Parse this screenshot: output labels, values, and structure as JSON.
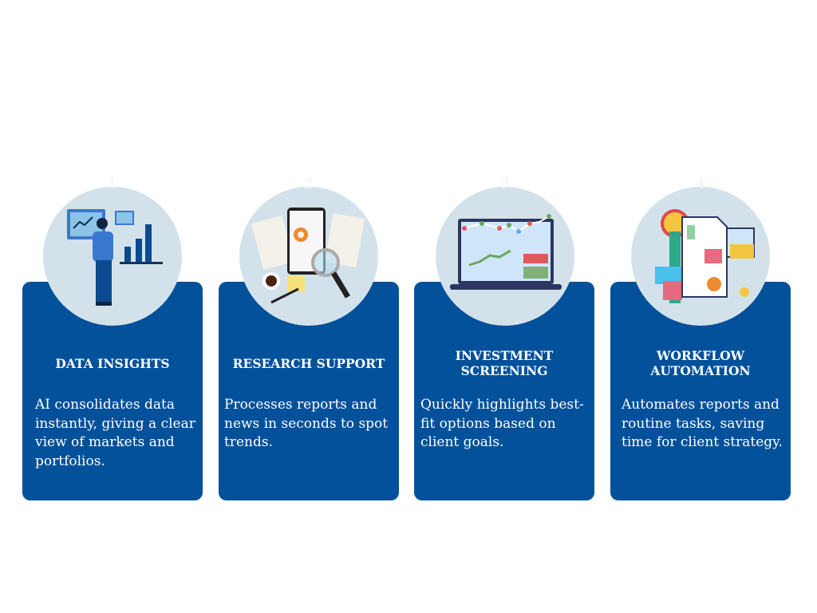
{
  "steps": [
    {
      "number": "1",
      "title": "DATA INSIGHTS",
      "description": "AI consolidates data instantly, giving a clear view of markets and portfolios.",
      "icon": "analyst-chart-icon"
    },
    {
      "number": "2",
      "title": "RESEARCH SUPPORT",
      "description": "Processes reports and news in seconds to spot trends.",
      "icon": "research-documents-icon"
    },
    {
      "number": "3",
      "title": "INVESTMENT SCREENING",
      "description": "Quickly highlights best-fit options based on client goals.",
      "icon": "laptop-trading-chart-icon"
    },
    {
      "number": "4",
      "title": "WORKFLOW AUTOMATION",
      "description": "Automates reports and routine tasks, saving time for client strategy.",
      "icon": "document-automation-icon"
    }
  ],
  "colors": {
    "card": "#02519a",
    "circle": "#d3e2ea"
  }
}
